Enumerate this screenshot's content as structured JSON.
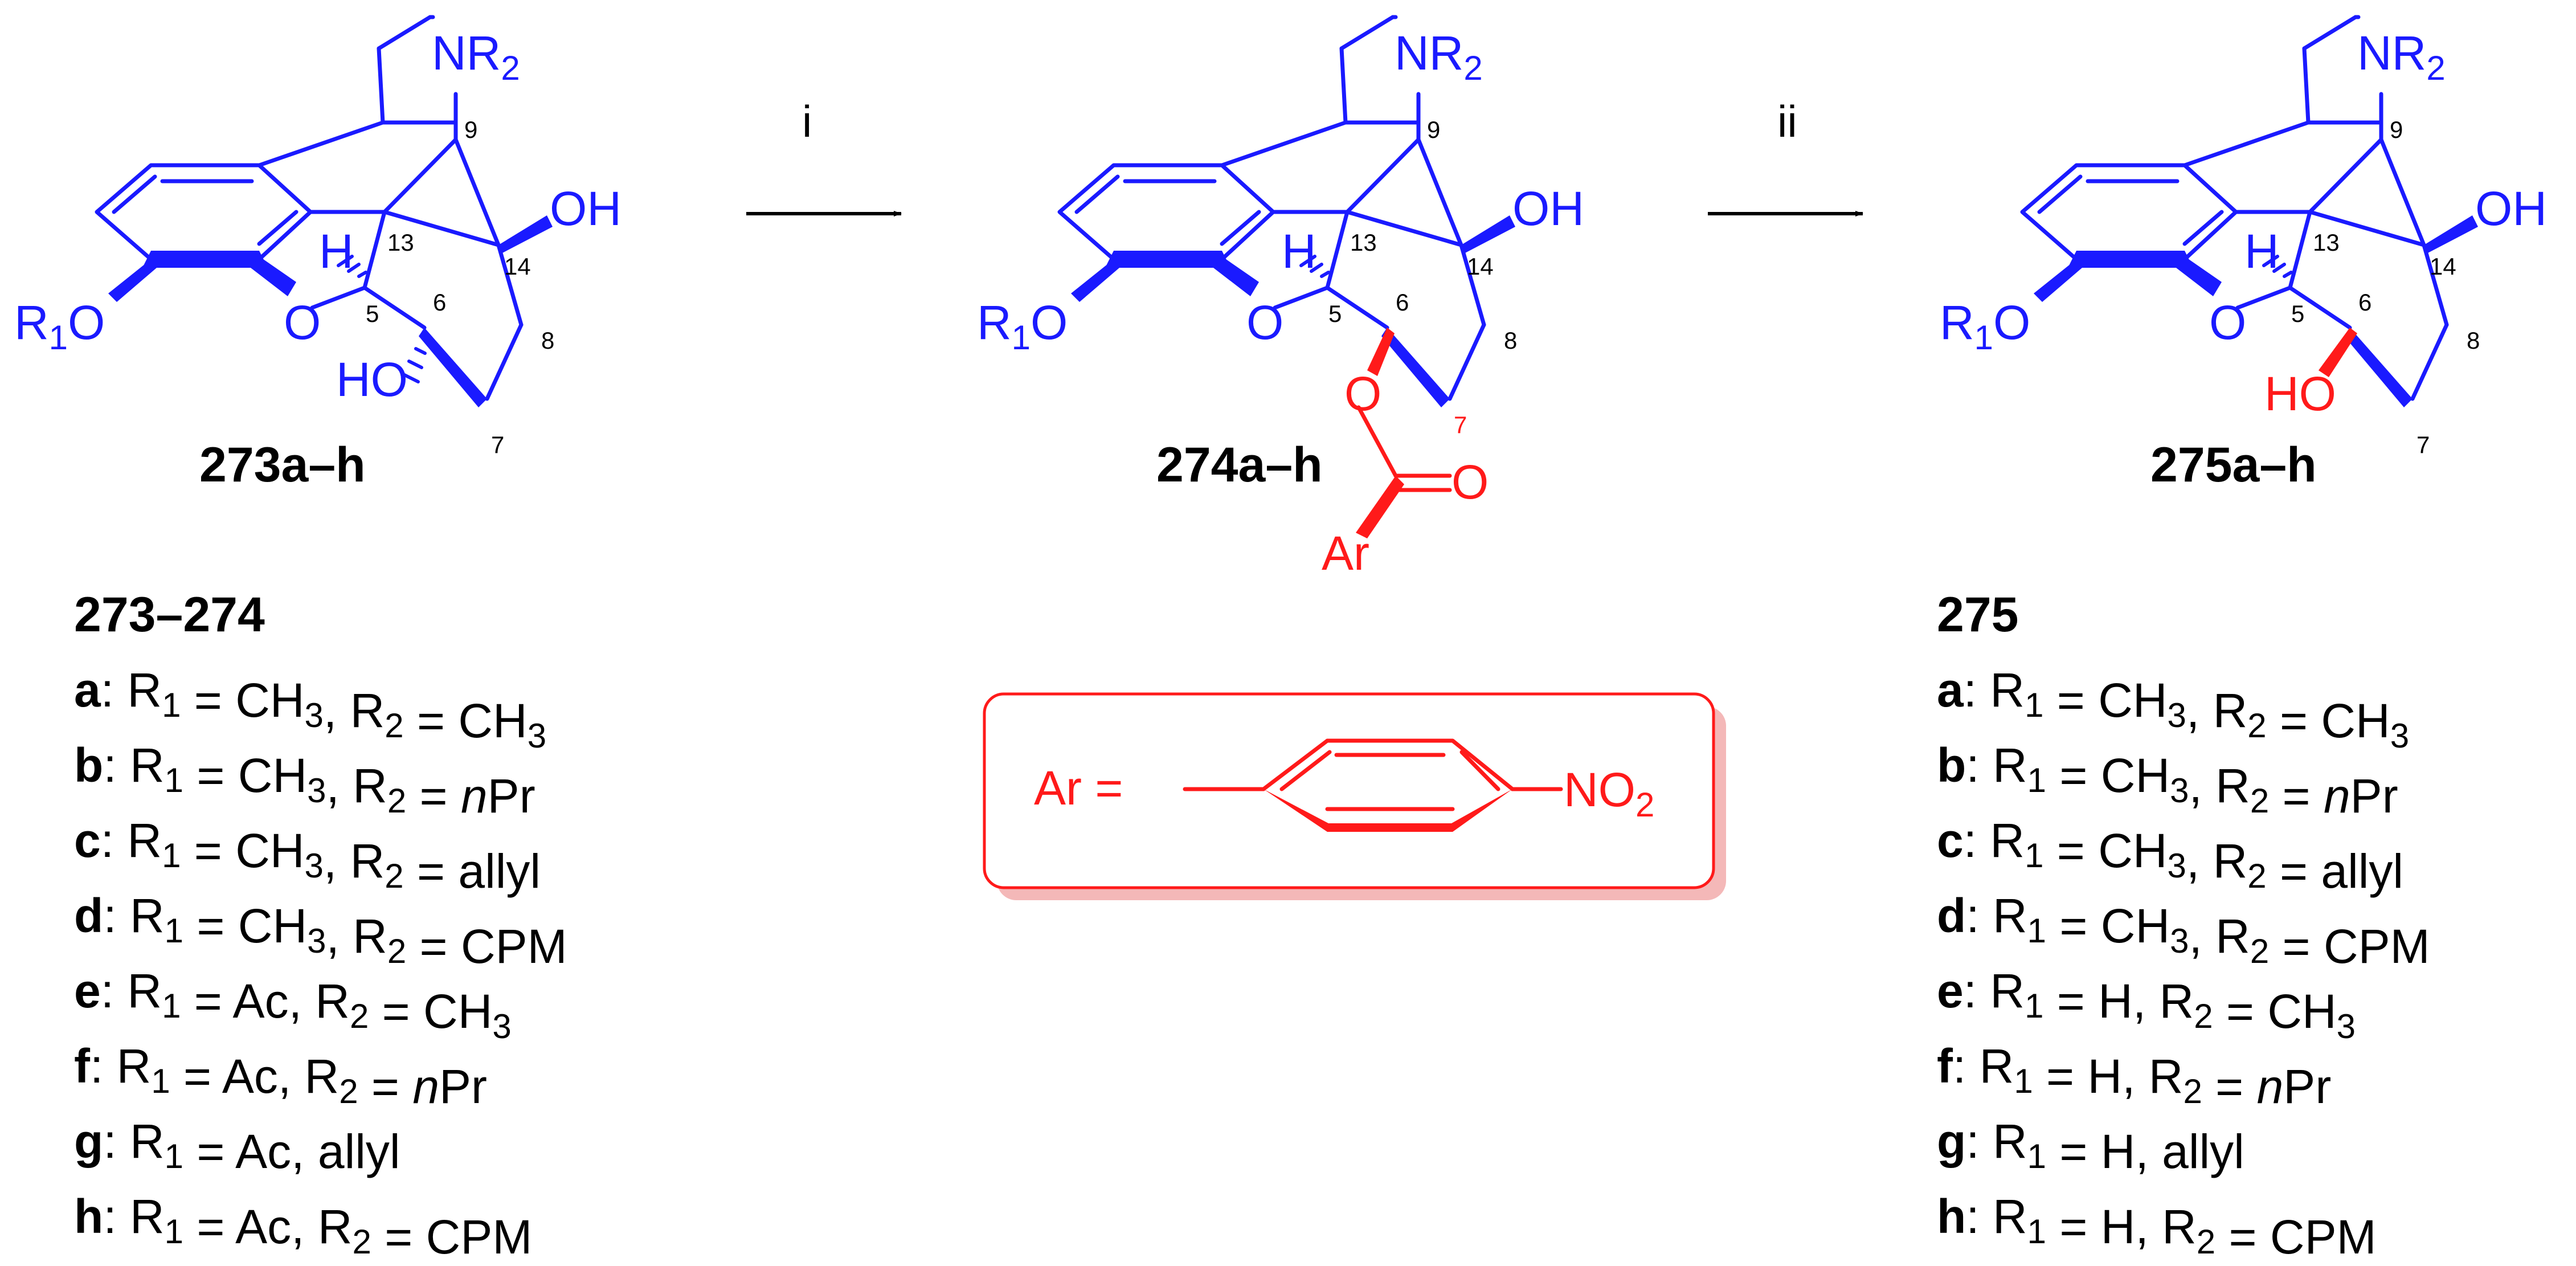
{
  "conditions": {
    "step1": "i",
    "step2": "ii"
  },
  "compounds": {
    "start": {
      "label": "273a–h",
      "R1O": "R",
      "R1O_sub": "1",
      "R1O_tail": "O",
      "NR2": "NR",
      "NR2_sub": "2",
      "OH14": "OH",
      "OH6": "HO",
      "O_ring": "O",
      "H5": "H"
    },
    "mid": {
      "label": "274a–h",
      "R1O": "R",
      "R1O_sub": "1",
      "R1O_tail": "O",
      "NR2": "NR",
      "NR2_sub": "2",
      "OH14": "OH",
      "O_ester": "O",
      "O_carbonyl": "O",
      "Ar": "Ar",
      "O_ring": "O",
      "H5": "H"
    },
    "end": {
      "label": "275a–h",
      "R1O": "R",
      "R1O_sub": "1",
      "R1O_tail": "O",
      "NR2": "NR",
      "NR2_sub": "2",
      "OH14": "OH",
      "OH6": "HO",
      "O_ring": "O",
      "H5": "H"
    }
  },
  "position_numbers": {
    "n9": "9",
    "n13": "13",
    "n14": "14",
    "n5": "5",
    "n6": "6",
    "n8": "8",
    "n7": "7"
  },
  "ar_definition": {
    "ar": "Ar =",
    "no2": "NO",
    "no2_sub": "2"
  },
  "series_left": {
    "header": "273–274",
    "items": [
      {
        "key": "a",
        "text": "R1 = CH3, R2 = CH3"
      },
      {
        "key": "b",
        "text": "R1 = CH3, R2 = nPr"
      },
      {
        "key": "c",
        "text": "R1 = CH3, R2 = allyl"
      },
      {
        "key": "d",
        "text": "R1 = CH3, R2 = CPM"
      },
      {
        "key": "e",
        "text": "R1 = Ac, R2 = CH3"
      },
      {
        "key": "f",
        "text": "R1 = Ac, R2 = nPr"
      },
      {
        "key": "g",
        "text": "R1 = Ac, allyl"
      },
      {
        "key": "h",
        "text": "R1 = Ac, R2 = CPM"
      }
    ]
  },
  "series_right": {
    "header": "275",
    "items": [
      {
        "key": "a",
        "text": "R1 = CH3, R2 = CH3"
      },
      {
        "key": "b",
        "text": "R1 = CH3, R2 = nPr"
      },
      {
        "key": "c",
        "text": "R1 = CH3, R2 = allyl"
      },
      {
        "key": "d",
        "text": "R1 = CH3, R2 = CPM"
      },
      {
        "key": "e",
        "text": "R1 = H, R2 = CH3"
      },
      {
        "key": "f",
        "text": "R1 = H, R2 = nPr"
      },
      {
        "key": "g",
        "text": "R1 = H, allyl"
      },
      {
        "key": "h",
        "text": "R1 = H, R2 = CPM"
      }
    ]
  },
  "colors": {
    "skeleton": "#1a1aff",
    "highlight": "#ff1a1a",
    "box_shadow": "#f4b8b8"
  }
}
